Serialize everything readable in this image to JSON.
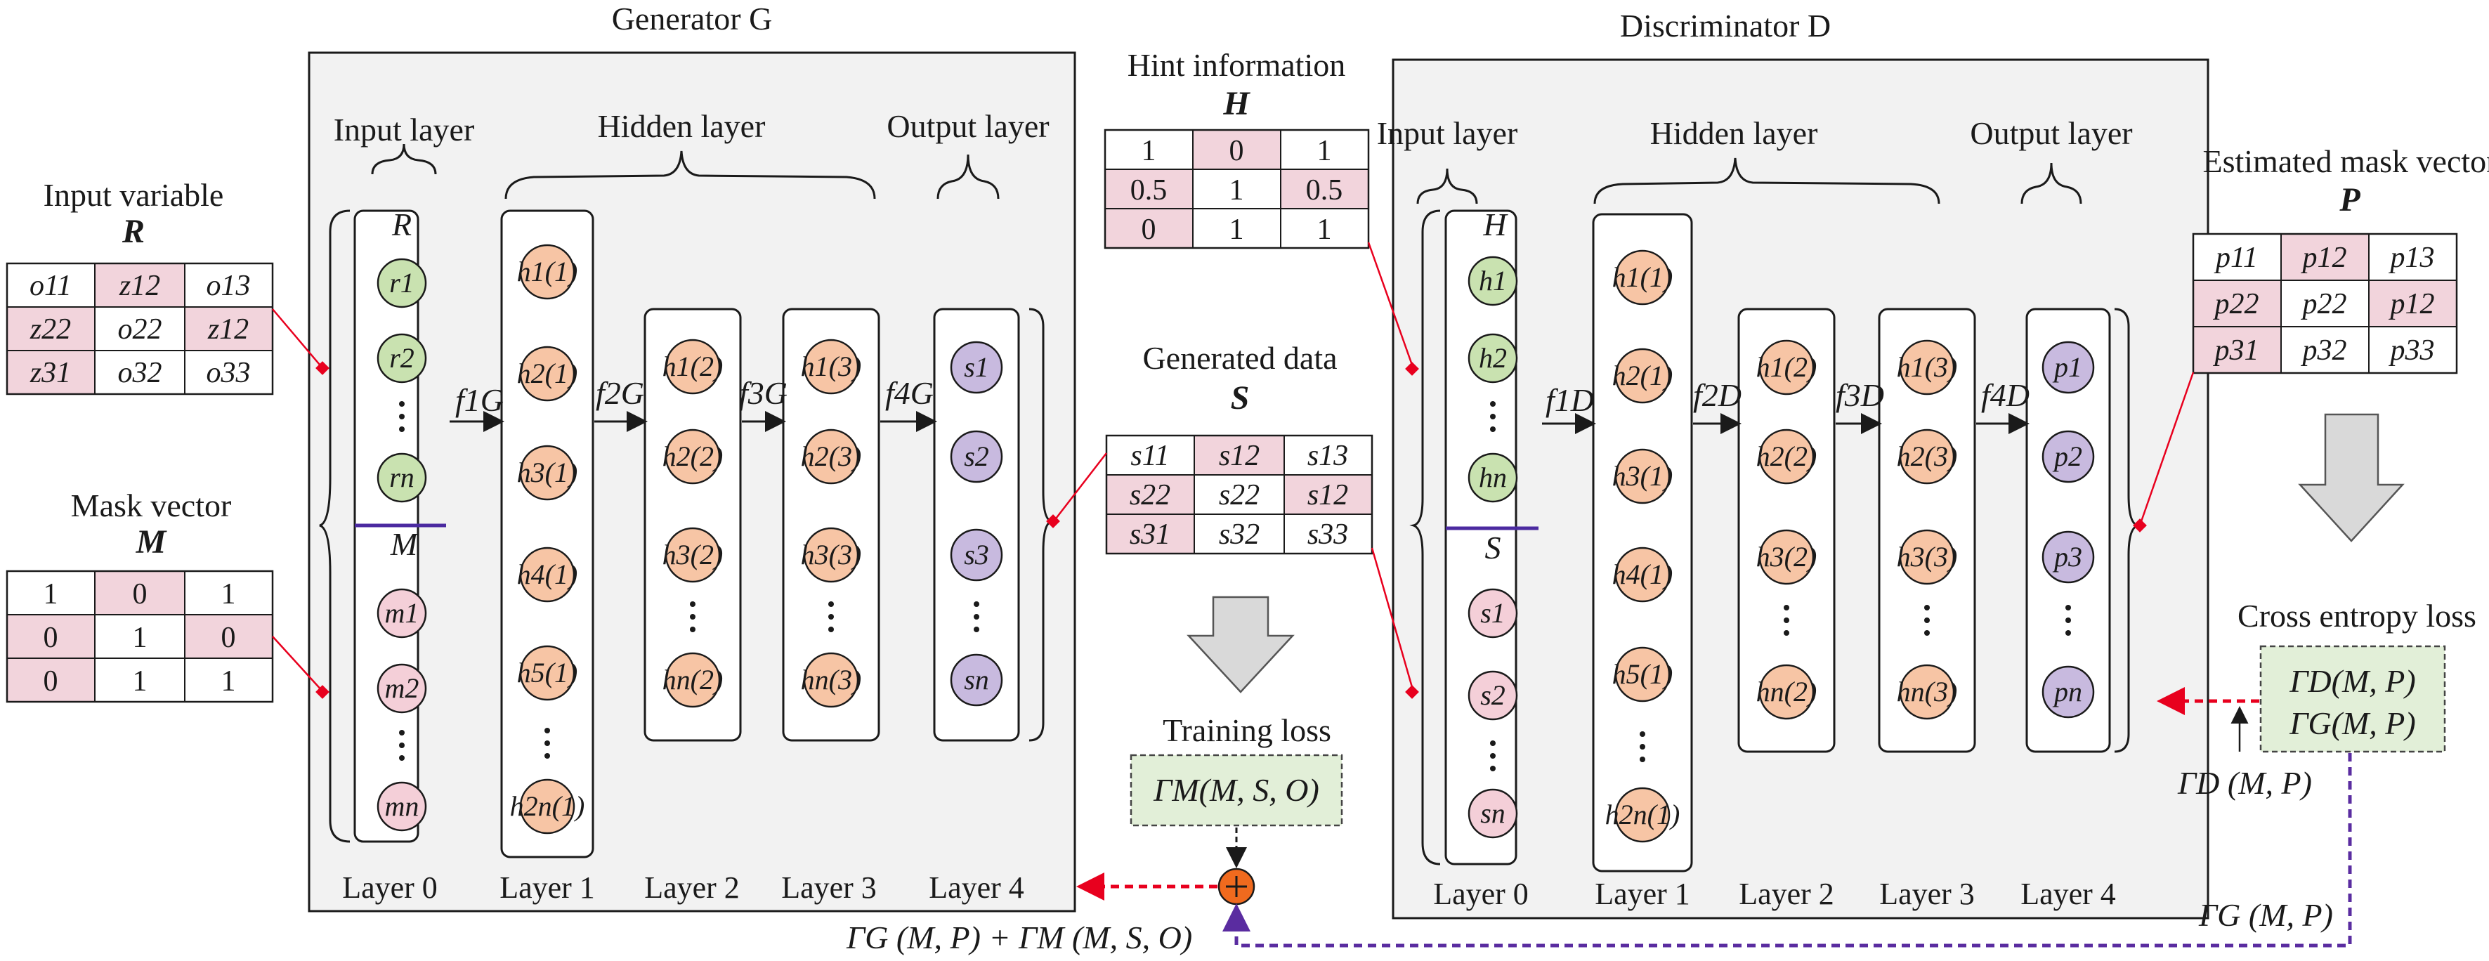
{
  "generator": {
    "title": "Generator G",
    "input_layer": "Input layer",
    "hidden_layer": "Hidden layer",
    "output_layer": "Output layer",
    "r_label": "R",
    "m_label": "M",
    "r_nodes": [
      "r1",
      "r2",
      "rn"
    ],
    "m_nodes": [
      "m1",
      "m2",
      "mn"
    ],
    "layer1_nodes": [
      "h1(1)",
      "h2(1)",
      "h3(1)",
      "h4(1)",
      "h5(1)",
      "h2n(1)"
    ],
    "layer2_nodes": [
      "h1(2)",
      "h2(2)",
      "h3(2)",
      "hn(2)"
    ],
    "layer3_nodes": [
      "h1(3)",
      "h2(3)",
      "h3(3)",
      "hn(3)"
    ],
    "output_nodes": [
      "s1",
      "s2",
      "s3",
      "sn"
    ],
    "functions": [
      "f1G",
      "f2G",
      "f3G",
      "f4G"
    ],
    "layers": [
      "Layer 0",
      "Layer 1",
      "Layer 2",
      "Layer 3",
      "Layer 4"
    ]
  },
  "discriminator": {
    "title": "Discriminator D",
    "input_layer": "Input layer",
    "hidden_layer": "Hidden layer",
    "output_layer": "Output layer",
    "h_label": "H",
    "s_label": "S",
    "h_nodes": [
      "h1",
      "h2",
      "hn"
    ],
    "s_nodes": [
      "s1",
      "s2",
      "sn"
    ],
    "layer1_nodes": [
      "h1(1)",
      "h2(1)",
      "h3(1)",
      "h4(1)",
      "h5(1)",
      "h2n(1)"
    ],
    "layer2_nodes": [
      "h1(2)",
      "h2(2)",
      "h3(2)",
      "hn(2)"
    ],
    "layer3_nodes": [
      "h1(3)",
      "h2(3)",
      "h3(3)",
      "hn(3)"
    ],
    "output_nodes": [
      "p1",
      "p2",
      "p3",
      "pn"
    ],
    "functions": [
      "f1D",
      "f2D",
      "f3D",
      "f4D"
    ],
    "layers": [
      "Layer 0",
      "Layer 1",
      "Layer 2",
      "Layer 3",
      "Layer 4"
    ]
  },
  "input_variable": {
    "title": "Input variable",
    "symbol": "R",
    "cells": [
      [
        "o11",
        "z12",
        "o13"
      ],
      [
        "z22",
        "o22",
        "z12"
      ],
      [
        "z31",
        "o32",
        "o33"
      ]
    ]
  },
  "mask_vector": {
    "title": "Mask vector",
    "symbol": "M",
    "cells": [
      [
        "1",
        "0",
        "1"
      ],
      [
        "0",
        "1",
        "0"
      ],
      [
        "0",
        "1",
        "1"
      ]
    ]
  },
  "hint_information": {
    "title": "Hint information",
    "symbol": "H",
    "cells": [
      [
        "1",
        "0",
        "1"
      ],
      [
        "0.5",
        "1",
        "0.5"
      ],
      [
        "0",
        "1",
        "1"
      ]
    ]
  },
  "generated_data": {
    "title": "Generated data",
    "symbol": "S",
    "cells": [
      [
        "s11",
        "s12",
        "s13"
      ],
      [
        "s22",
        "s22",
        "s12"
      ],
      [
        "s31",
        "s32",
        "s33"
      ]
    ]
  },
  "estimated_mask": {
    "title": "Estimated mask vector",
    "symbol": "P",
    "cells": [
      [
        "p11",
        "p12",
        "p13"
      ],
      [
        "p22",
        "p22",
        "p12"
      ],
      [
        "p31",
        "p32",
        "p33"
      ]
    ]
  },
  "training_loss": {
    "title": "Training loss",
    "formula": "ΓM(M, S, O)",
    "combined": "ΓG (M, P) + ΓM (M, S, O)"
  },
  "cross_entropy": {
    "title": "Cross entropy loss",
    "line1": "ΓD(M, P)",
    "line2": "ΓG(M, P)",
    "gamma_d": "ΓD (M, P)",
    "gamma_g": "ΓG (M, P)"
  },
  "colors": {
    "pink_cell": "#f2d4dc",
    "green_node": "#c9e2b0",
    "pink_node": "#f4cfd8",
    "orange_node": "#f7c5a5",
    "purple_node": "#c8badf",
    "panel_bg": "#f2f2f2",
    "loss_box": "#e2efd8",
    "red": "#e8001e",
    "purple": "#5a2ca0"
  }
}
